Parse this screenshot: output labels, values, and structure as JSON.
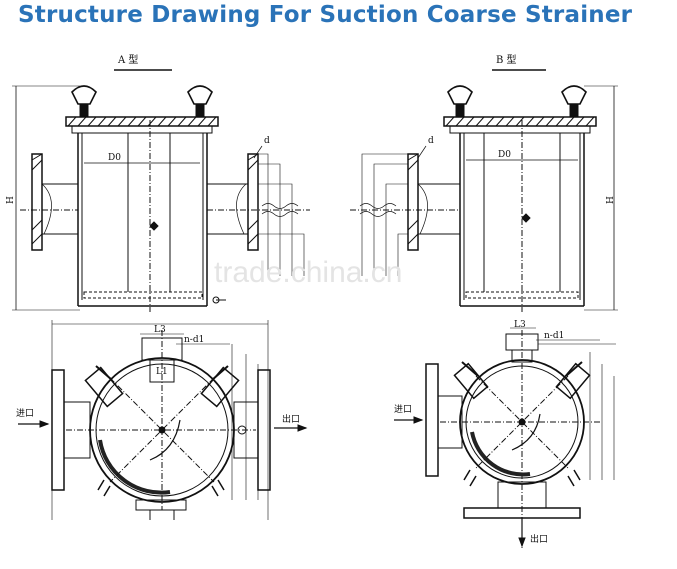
{
  "title": "Structure Drawing For Suction Coarse Strainer",
  "watermark": "trade.china.cn",
  "type_a": {
    "label": "A 型",
    "dim_d": "d",
    "dim_d0": "D0",
    "dim_h": "H",
    "dim_l3": "L3",
    "dim_nd1": "n-d1",
    "dim_l1": "L1",
    "inlet": "进口",
    "outlet": "出口"
  },
  "type_b": {
    "label": "B 型",
    "dim_d": "d",
    "dim_d0": "D0",
    "dim_h": "H",
    "dim_l3": "L3",
    "dim_nd1": "n-d1",
    "inlet": "进口",
    "outlet": "出口"
  },
  "colors": {
    "title": "#2a73b8",
    "line": "#111111"
  }
}
